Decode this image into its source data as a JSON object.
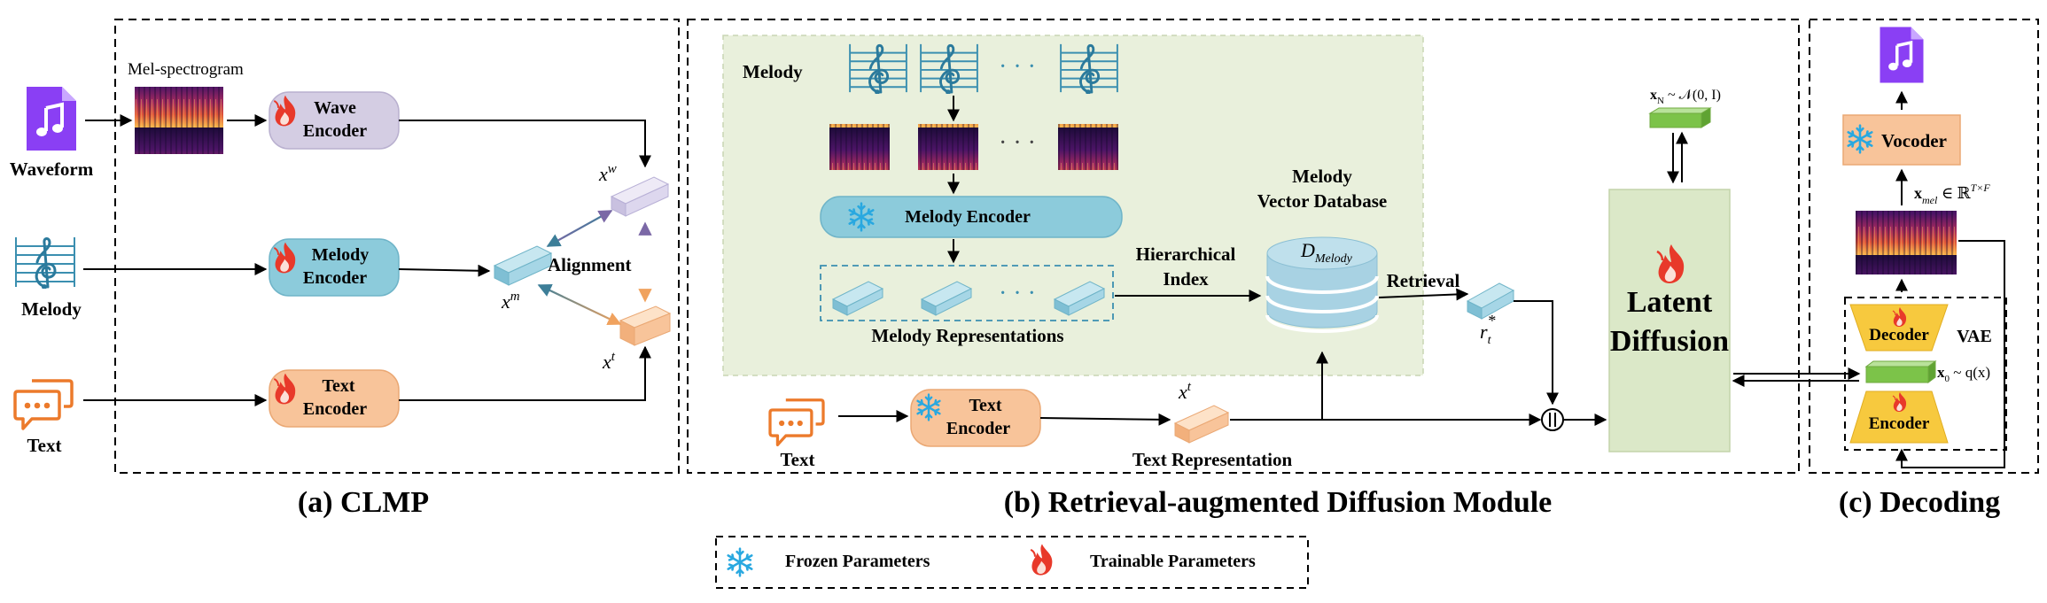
{
  "panels": {
    "clmp": {
      "caption": "(a) CLMP"
    },
    "rad": {
      "caption": "(b) Retrieval-augmented Diffusion Module"
    },
    "decoding": {
      "caption": "(c) Decoding"
    }
  },
  "clmp": {
    "inputs": {
      "waveform": "Waveform",
      "melody": "Melody",
      "text": "Text"
    },
    "mel_label": "Mel-spectrogram",
    "encoders": {
      "wave": [
        "Wave",
        "Encoder"
      ],
      "melody": [
        "Melody",
        "Encoder"
      ],
      "text": [
        "Text",
        "Encoder"
      ]
    },
    "alignment": "Alignment",
    "vectors": {
      "xw": {
        "base": "x",
        "sup": "w"
      },
      "xm": {
        "base": "x",
        "sup": "m"
      },
      "xt": {
        "base": "x",
        "sup": "t"
      }
    }
  },
  "rad": {
    "melody_label": "Melody",
    "melody_encoder": "Melody Encoder",
    "melody_representations": "Melody Representations",
    "hierarchical_index": [
      "Hierarchical",
      "Index"
    ],
    "database_title": [
      "Melody",
      "Vector Database"
    ],
    "database_symbol": {
      "base": "D",
      "sub": "Melody"
    },
    "retrieval": "Retrieval",
    "retrieved": {
      "base": "r",
      "sub": "t",
      "sup": "*"
    },
    "text_label": "Text",
    "text_encoder": [
      "Text",
      "Encoder"
    ],
    "xt": {
      "base": "x",
      "sup": "t"
    },
    "text_representation": "Text Representation",
    "concat_symbol": "||",
    "latent_diffusion": [
      "Latent",
      "Diffusion"
    ],
    "noise": {
      "base": "x",
      "sub": "N",
      "rest": " ~ 𝒩(0, I)"
    }
  },
  "decoding": {
    "vocoder": "Vocoder",
    "xmel": {
      "base": "x",
      "sub": "mel",
      "rest": " ∈ ℝ",
      "sup": "T×F"
    },
    "decoder": "Decoder",
    "encoder": "Encoder",
    "vae": "VAE",
    "x0": {
      "base": "x",
      "sub": "0",
      "rest": " ~ q(x)"
    }
  },
  "legend": {
    "frozen": "Frozen Parameters",
    "trainable": "Trainable Parameters"
  },
  "icons": [
    "music-file-icon",
    "music-staff-icon",
    "chat-bubbles-icon",
    "snowflake-icon",
    "flame-icon",
    "database-icon",
    "vector-block-icon",
    "spectrogram-icon"
  ],
  "colors": {
    "wave_encoder": "#d4cde3",
    "melody_encoder": "#8ccbdb",
    "text_encoder": "#f8c49a",
    "light_panel": "#e9f0dc",
    "latent_box": "#dbe8c8",
    "vae_yellow": "#f7c93e",
    "flame": "#e8392a",
    "snow": "#29a8e0",
    "file_purple": "#8a3ff4",
    "text_icon": "#ec7a2b",
    "db_blue": "#a8d2e3",
    "green_block": "#7cc349"
  }
}
